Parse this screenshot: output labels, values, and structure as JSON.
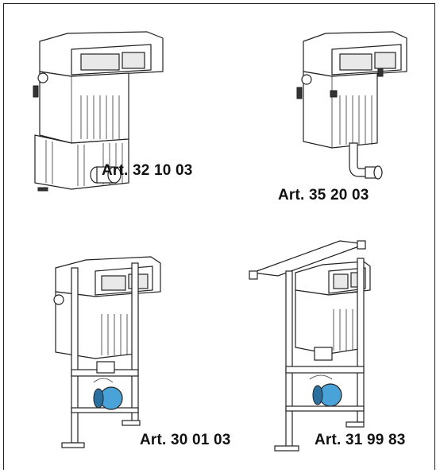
{
  "products": [
    {
      "caption": "Art. 32 10 03"
    },
    {
      "caption": "Art. 35 20 03"
    },
    {
      "caption": "Art. 30 01 03"
    },
    {
      "caption": "Art. 31 99 83"
    }
  ],
  "colors": {
    "accent_blue": "#4aa3d8",
    "line": "#222222",
    "background": "#ffffff"
  }
}
